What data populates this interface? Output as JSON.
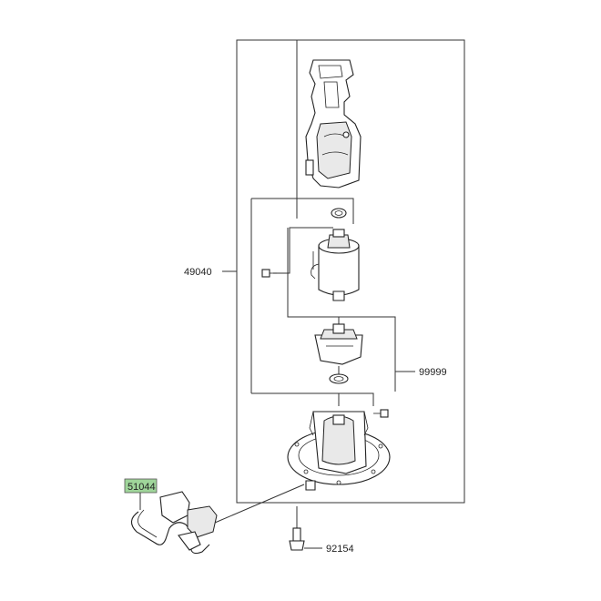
{
  "parts": {
    "fuel_pump_assembly": "49040",
    "filter_kit": "99999",
    "fuel_hose": "51044",
    "bolt": "92154"
  },
  "colors": {
    "highlight_label_bg": "#9fd59a",
    "line": "#333333"
  }
}
